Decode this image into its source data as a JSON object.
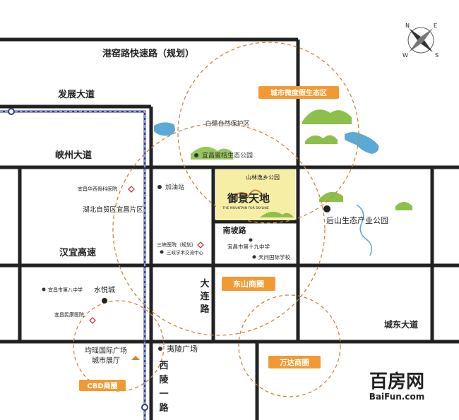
{
  "roads": {
    "gangyao": "港窑路快速路（规划）",
    "fazhan": "发展大道",
    "xiazhou": "峡州大道",
    "hanyi": "汉宜高速",
    "nanpo": "南坡路",
    "dalian": "大连路",
    "chengdong": "城东大道",
    "xiling": "西陵一路"
  },
  "zones": {
    "city_eco": "城市微度假生态区",
    "dongshan": "东山商圈",
    "wanda": "万达商圈",
    "cbd": "CBD商圈"
  },
  "pois": {
    "bailu": "白鹭自然保护区",
    "mijv": "宜昌蜜桔生态公园",
    "huaxi": "宜昌华西骨科医院",
    "jiayou": "加油站",
    "zimao": "湖北自贸区宜昌片区",
    "sanxia_hosp": "三峡医院（规划）",
    "sanxia_xuefu": "三峡学术交流中心",
    "no19": "宜昌市第十九中学",
    "tianwen": "天问国际学校",
    "houshan": "后山生态产业公园",
    "no8": "宜昌市第八中学",
    "shuiyue": "水悦城",
    "minkang": "宜昌民康医院",
    "junyao": "均瑶国际广场",
    "zhanting": "城市展厅",
    "yiling": "夷陵广场"
  },
  "project": {
    "name": "御景天地",
    "tag": "山林逸乡公园",
    "en": "THE MOUNTAIN FOR SKYLINE"
  },
  "watermark": {
    "cn": "百房网",
    "en": "BaiFun.com"
  },
  "compass": {
    "n": "N",
    "e": "E",
    "s": "S",
    "w": "W"
  },
  "colors": {
    "road": "#222222",
    "metro": "#2d3a8c",
    "circle": "#c8873a",
    "badge": "#f19a34",
    "park": "#8cc04a",
    "water": "#5aa9d6",
    "project_bg": "#f7eea6",
    "watermark": "#1d8fe0"
  }
}
